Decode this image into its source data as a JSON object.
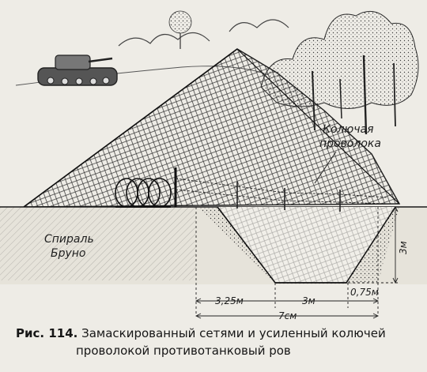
{
  "labels": {
    "barbed_wire": [
      "Колючая",
      "проволока"
    ],
    "spiral": [
      "Спираль",
      "Бруно"
    ]
  },
  "dimensions": {
    "left_bank": "3,25м",
    "ditch_width": "3м",
    "right_bank": "0,75м",
    "total": "7см",
    "depth": "3м"
  },
  "caption": {
    "prefix": "Рис. 114.",
    "line1": "Замаскированный сетями и усиленный колючей",
    "line2": "проволокой противотанковый ров"
  }
}
